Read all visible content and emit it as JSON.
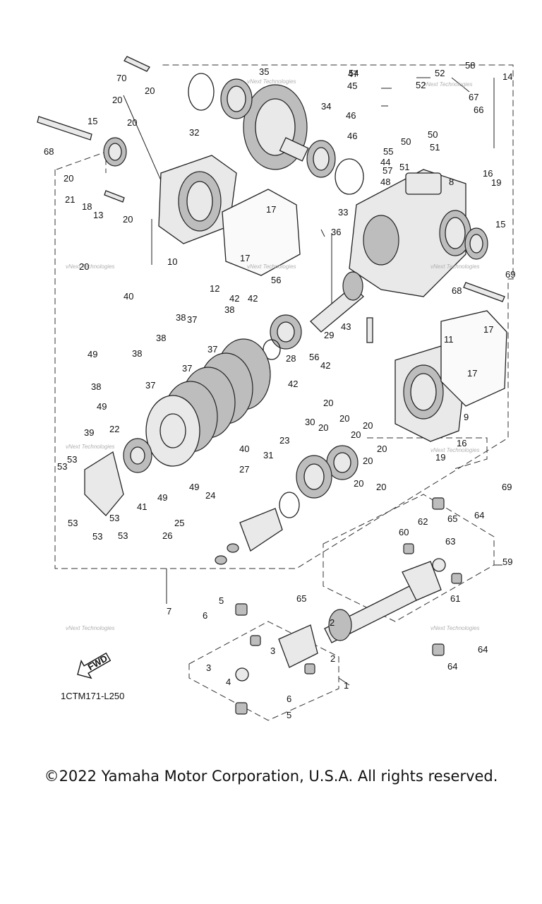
{
  "diagram_code": "1CTM171-L250",
  "fwd_label": "FWD",
  "copyright": "©2022 Yamaha Motor Corporation, U.S.A. All rights reserved.",
  "watermark": "vNext Technologies",
  "callouts": [
    "1",
    "2",
    "3",
    "4",
    "5",
    "6",
    "7",
    "8",
    "9",
    "10",
    "11",
    "12",
    "13",
    "14",
    "15",
    "16",
    "17",
    "18",
    "19",
    "20",
    "21",
    "22",
    "23",
    "24",
    "25",
    "26",
    "27",
    "28",
    "29",
    "30",
    "31",
    "32",
    "33",
    "34",
    "35",
    "36",
    "37",
    "38",
    "39",
    "40",
    "41",
    "42",
    "43",
    "44",
    "45",
    "46",
    "47",
    "48",
    "49",
    "50",
    "51",
    "52",
    "53",
    "54",
    "55",
    "56",
    "57",
    "58",
    "59",
    "60",
    "61",
    "62",
    "63",
    "64",
    "65",
    "66",
    "67",
    "68",
    "69",
    "70"
  ]
}
